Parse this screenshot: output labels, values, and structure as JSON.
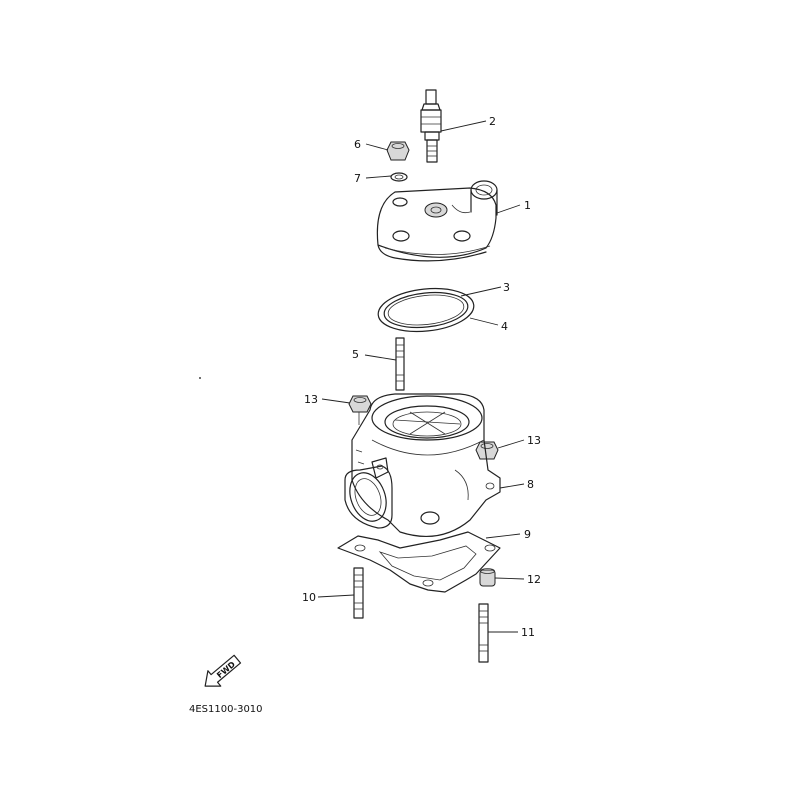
{
  "diagram": {
    "callouts": {
      "c1": "1",
      "c2": "2",
      "c3": "3",
      "c4": "4",
      "c5": "5",
      "c6": "6",
      "c7": "7",
      "c8": "8",
      "c9": "9",
      "c10": "10",
      "c11": "11",
      "c12": "12",
      "c13a": "13",
      "c13b": "13"
    },
    "fwd_label": "FWD",
    "code": "4ES1100-3010"
  }
}
